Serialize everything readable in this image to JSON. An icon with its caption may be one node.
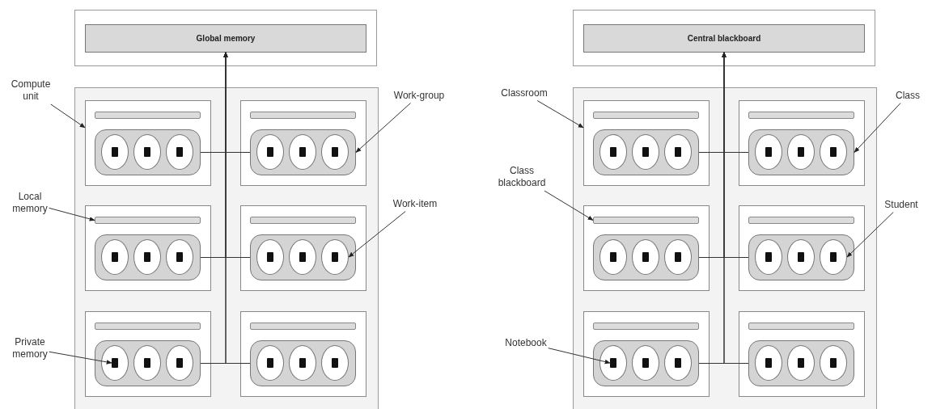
{
  "diagram": {
    "nodes": [
      {
        "text": [],
        "shape": "box"
      },
      {
        "text": [
          "Global memory"
        ],
        "in": 0
      },
      {
        "text": [],
        "shape": "box"
      },
      {
        "text": [],
        "shape": "box",
        "in": 2
      },
      {
        "text": [],
        "shape": "bar",
        "in": 3
      },
      {
        "text": [],
        "shape": "box",
        "in": 3
      },
      {
        "text": [],
        "shape": "circle",
        "in": 5
      },
      {
        "text": [],
        "shape": "circle",
        "in": 5
      },
      {
        "text": [],
        "shape": "circle",
        "in": 5
      },
      {
        "text": [],
        "shape": "box",
        "in": 6
      },
      {
        "text": [],
        "shape": "box",
        "in": 7
      },
      {
        "text": [],
        "shape": "box",
        "in": 8
      },
      {
        "text": [],
        "shape": "box",
        "in": 2
      },
      {
        "text": [],
        "shape": "bar",
        "in": 12
      },
      {
        "text": [],
        "shape": "box",
        "in": 12
      },
      {
        "text": [],
        "shape": "circle",
        "in": 14
      },
      {
        "text": [],
        "shape": "circle",
        "in": 14
      },
      {
        "text": [],
        "shape": "circle",
        "in": 14
      },
      {
        "text": [],
        "shape": "box",
        "in": 15
      },
      {
        "text": [],
        "shape": "box",
        "in": 16
      },
      {
        "text": [],
        "shape": "box",
        "in": 17
      },
      {
        "text": [],
        "shape": "box",
        "in": 2
      },
      {
        "text": [],
        "shape": "bar",
        "in": 21
      },
      {
        "text": [],
        "shape": "box",
        "in": 21
      },
      {
        "text": [],
        "shape": "circle",
        "in": 23
      },
      {
        "text": [],
        "shape": "circle",
        "in": 23
      },
      {
        "text": [],
        "shape": "circle",
        "in": 23
      },
      {
        "text": [],
        "shape": "box",
        "in": 24
      },
      {
        "text": [],
        "shape": "box",
        "in": 25
      },
      {
        "text": [],
        "shape": "box",
        "in": 26
      },
      {
        "text": [],
        "shape": "box",
        "in": 2
      },
      {
        "text": [],
        "shape": "bar",
        "in": 30
      },
      {
        "text": [],
        "shape": "box",
        "in": 30
      },
      {
        "text": [],
        "shape": "circle",
        "in": 32
      },
      {
        "text": [],
        "shape": "circle",
        "in": 32
      },
      {
        "text": [],
        "shape": "circle",
        "in": 32
      },
      {
        "text": [],
        "shape": "box",
        "in": 33
      },
      {
        "text": [],
        "shape": "box",
        "in": 34
      },
      {
        "text": [],
        "shape": "box",
        "in": 35
      },
      {
        "text": [],
        "shape": "box",
        "in": 2
      },
      {
        "text": [],
        "shape": "bar",
        "in": 39
      },
      {
        "text": [],
        "shape": "box",
        "in": 39
      },
      {
        "text": [],
        "shape": "circle",
        "in": 41
      },
      {
        "text": [],
        "shape": "circle",
        "in": 41
      },
      {
        "text": [],
        "shape": "circle",
        "in": 41
      },
      {
        "text": [],
        "shape": "box",
        "in": 42
      },
      {
        "text": [],
        "shape": "box",
        "in": 43
      },
      {
        "text": [],
        "shape": "box",
        "in": 44
      },
      {
        "text": [],
        "shape": "box",
        "in": 2
      },
      {
        "text": [],
        "shape": "bar",
        "in": 48
      },
      {
        "text": [],
        "shape": "box",
        "in": 48
      },
      {
        "text": [],
        "shape": "circle",
        "in": 50
      },
      {
        "text": [],
        "shape": "circle",
        "in": 50
      },
      {
        "text": [],
        "shape": "circle",
        "in": 50
      },
      {
        "text": [],
        "shape": "box",
        "in": 51
      },
      {
        "text": [],
        "shape": "box",
        "in": 52
      },
      {
        "text": [],
        "shape": "box",
        "in": 53
      },
      {
        "text": [
          "Compute unit"
        ]
      },
      {
        "text": [
          "Work-group"
        ]
      },
      {
        "text": [
          "Local memory"
        ]
      },
      {
        "text": [
          "Work-item"
        ]
      },
      {
        "text": [
          "Private memory"
        ]
      },
      {
        "text": [],
        "shape": "box"
      },
      {
        "text": [
          "Central blackboard"
        ],
        "in": 62
      },
      {
        "text": [],
        "shape": "box"
      },
      {
        "text": [],
        "shape": "box",
        "in": 64
      },
      {
        "text": [],
        "shape": "bar",
        "in": 65
      },
      {
        "text": [],
        "shape": "box",
        "in": 65
      },
      {
        "text": [],
        "shape": "circle",
        "in": 67
      },
      {
        "text": [],
        "shape": "circle",
        "in": 67
      },
      {
        "text": [],
        "shape": "circle",
        "in": 67
      },
      {
        "text": [],
        "shape": "box",
        "in": 68
      },
      {
        "text": [],
        "shape": "box",
        "in": 69
      },
      {
        "text": [],
        "shape": "box",
        "in": 70
      },
      {
        "text": [],
        "shape": "box",
        "in": 64
      },
      {
        "text": [],
        "shape": "bar",
        "in": 74
      },
      {
        "text": [],
        "shape": "box",
        "in": 74
      },
      {
        "text": [],
        "shape": "circle",
        "in": 76
      },
      {
        "text": [],
        "shape": "circle",
        "in": 76
      },
      {
        "text": [],
        "shape": "circle",
        "in": 76
      },
      {
        "text": [],
        "shape": "box",
        "in": 77
      },
      {
        "text": [],
        "shape": "box",
        "in": 78
      },
      {
        "text": [],
        "shape": "box",
        "in": 79
      },
      {
        "text": [],
        "shape": "box",
        "in": 64
      },
      {
        "text": [],
        "shape": "bar",
        "in": 83
      },
      {
        "text": [],
        "shape": "box",
        "in": 83
      },
      {
        "text": [],
        "shape": "circle",
        "in": 85
      },
      {
        "text": [],
        "shape": "circle",
        "in": 85
      },
      {
        "text": [],
        "shape": "circle",
        "in": 85
      },
      {
        "text": [],
        "shape": "box",
        "in": 86
      },
      {
        "text": [],
        "shape": "box",
        "in": 87
      },
      {
        "text": [],
        "shape": "box",
        "in": 88
      },
      {
        "text": [],
        "shape": "box",
        "in": 64
      },
      {
        "text": [],
        "shape": "bar",
        "in": 92
      },
      {
        "text": [],
        "shape": "box",
        "in": 92
      },
      {
        "text": [],
        "shape": "circle",
        "in": 94
      },
      {
        "text": [],
        "shape": "circle",
        "in": 94
      },
      {
        "text": [],
        "shape": "circle",
        "in": 94
      },
      {
        "text": [],
        "shape": "box",
        "in": 95
      },
      {
        "text": [],
        "shape": "box",
        "in": 96
      },
      {
        "text": [],
        "shape": "box",
        "in": 97
      },
      {
        "text": [],
        "shape": "box",
        "in": 64
      },
      {
        "text": [],
        "shape": "bar",
        "in": 101
      },
      {
        "text": [],
        "shape": "box",
        "in": 101
      },
      {
        "text": [],
        "shape": "circle",
        "in": 103
      },
      {
        "text": [],
        "shape": "circle",
        "in": 103
      },
      {
        "text": [],
        "shape": "circle",
        "in": 103
      },
      {
        "text": [],
        "shape": "box",
        "in": 104
      },
      {
        "text": [],
        "shape": "box",
        "in": 105
      },
      {
        "text": [],
        "shape": "box",
        "in": 106
      },
      {
        "text": [],
        "shape": "box",
        "in": 64
      },
      {
        "text": [],
        "shape": "bar",
        "in": 110
      },
      {
        "text": [],
        "shape": "box",
        "in": 110
      },
      {
        "text": [],
        "shape": "circle",
        "in": 112
      },
      {
        "text": [],
        "shape": "circle",
        "in": 112
      },
      {
        "text": [],
        "shape": "circle",
        "in": 112
      },
      {
        "text": [],
        "shape": "box",
        "in": 113
      },
      {
        "text": [],
        "shape": "box",
        "in": 114
      },
      {
        "text": [],
        "shape": "box",
        "in": 115
      },
      {
        "text": [
          "Classroom"
        ]
      },
      {
        "text": [
          "Class"
        ]
      },
      {
        "text": [
          "Class blackboard"
        ]
      },
      {
        "text": [
          "Student"
        ]
      },
      {
        "text": [
          "Notebook"
        ]
      }
    ],
    "edges": [
      {
        "from": 5,
        "to": 1,
        "arrow": "to"
      },
      {
        "from": 14,
        "to": 1,
        "arrow": "to"
      },
      {
        "from": 23,
        "to": 1,
        "arrow": "to"
      },
      {
        "from": 32,
        "to": 1,
        "arrow": "to"
      },
      {
        "from": 41,
        "to": 1,
        "arrow": "to"
      },
      {
        "from": 50,
        "to": 1,
        "arrow": "to"
      },
      {
        "from": 57,
        "to": 3,
        "arrow": "to"
      },
      {
        "from": 58,
        "to": 14,
        "arrow": "to"
      },
      {
        "from": 59,
        "to": 22,
        "arrow": "to"
      },
      {
        "from": 60,
        "to": 35,
        "arrow": "to"
      },
      {
        "from": 61,
        "to": 45,
        "arrow": "to"
      },
      {
        "from": 67,
        "to": 63,
        "arrow": "to"
      },
      {
        "from": 76,
        "to": 63,
        "arrow": "to"
      },
      {
        "from": 85,
        "to": 63,
        "arrow": "to"
      },
      {
        "from": 94,
        "to": 63,
        "arrow": "to"
      },
      {
        "from": 103,
        "to": 63,
        "arrow": "to"
      },
      {
        "from": 112,
        "to": 63,
        "arrow": "to"
      },
      {
        "from": 119,
        "to": 65,
        "arrow": "to"
      },
      {
        "from": 120,
        "to": 76,
        "arrow": "to"
      },
      {
        "from": 121,
        "to": 84,
        "arrow": "to"
      },
      {
        "from": 122,
        "to": 97,
        "arrow": "to"
      },
      {
        "from": 123,
        "to": 107,
        "arrow": "to"
      }
    ]
  }
}
